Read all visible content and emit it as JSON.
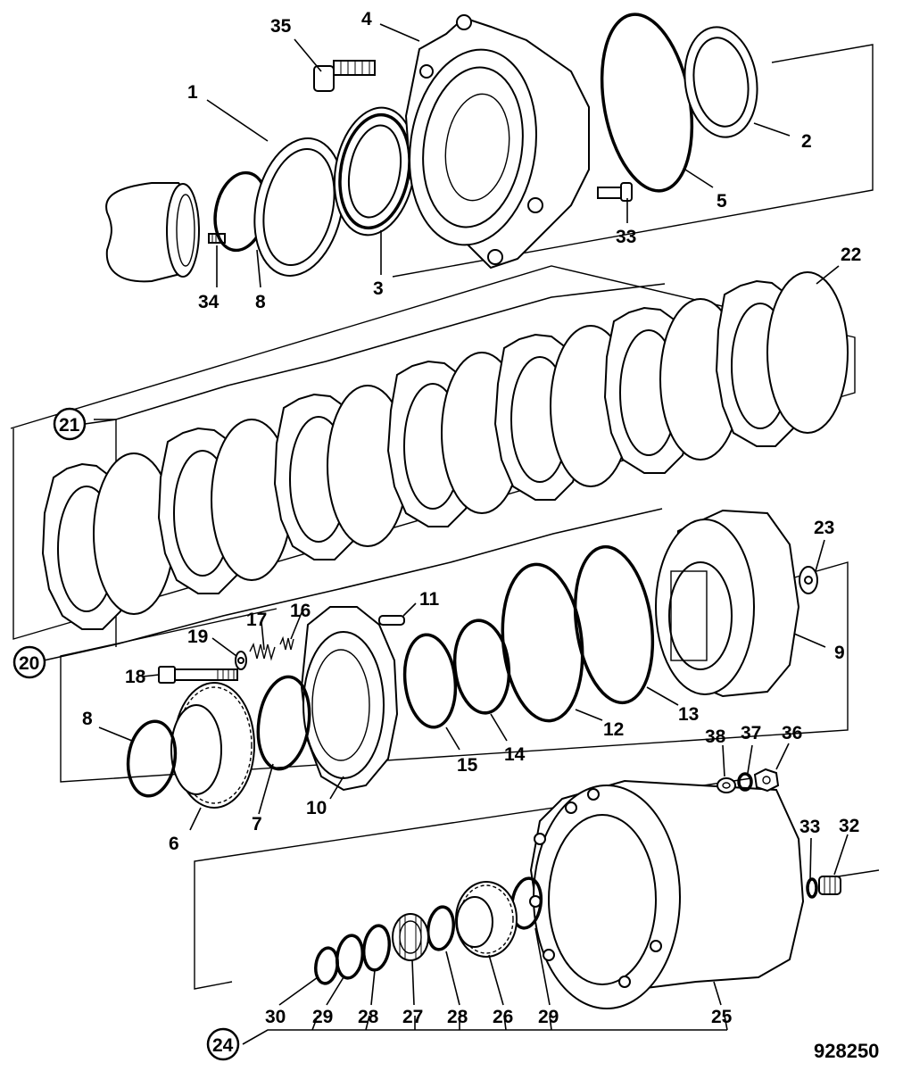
{
  "diagram": {
    "drawing_number": "928250",
    "callouts": {
      "p1": "1",
      "p2": "2",
      "p3": "3",
      "p4": "4",
      "p5": "5",
      "p6": "6",
      "p7": "7",
      "p8a": "8",
      "p8b": "8",
      "p9": "9",
      "p10": "10",
      "p11": "11",
      "p12": "12",
      "p13": "13",
      "p14": "14",
      "p15": "15",
      "p16": "16",
      "p17": "17",
      "p18": "18",
      "p19": "19",
      "p20": "20",
      "p21": "21",
      "p22": "22",
      "p23": "23",
      "p24": "24",
      "p25": "25",
      "p26": "26",
      "p27": "27",
      "p28a": "28",
      "p28b": "28",
      "p29a": "29",
      "p29b": "29",
      "p30": "30",
      "p32": "32",
      "p33a": "33",
      "p33b": "33",
      "p34": "34",
      "p35": "35",
      "p36": "36",
      "p37": "37",
      "p38": "38"
    }
  }
}
